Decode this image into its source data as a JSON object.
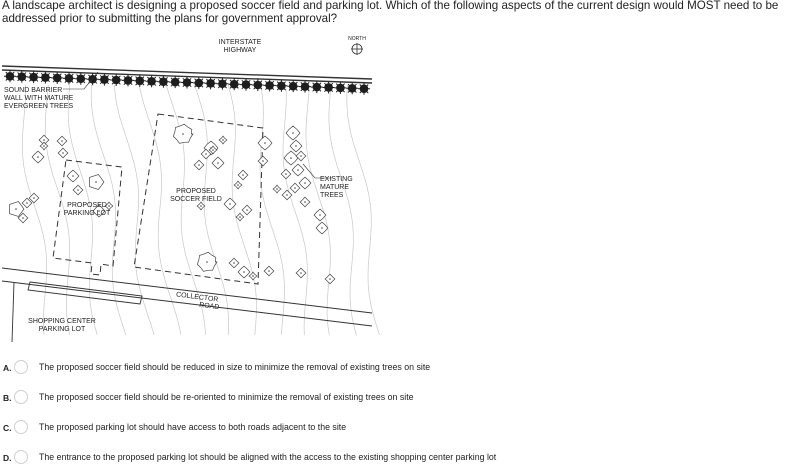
{
  "question": {
    "text": "A landscape architect is designing a proposed soccer field and parking lot.  Which of the following aspects of the current design would MOST need to be addressed prior to submitting the plans for government approval?"
  },
  "plan": {
    "labels": {
      "interstate_line1": "INTERSTATE",
      "interstate_line2": "HIGHWAY",
      "north": "NORTH",
      "sound_barrier_line1": "SOUND BARRIER",
      "sound_barrier_line2": "WALL WITH MATURE",
      "sound_barrier_line3": "EVERGREEN TREES",
      "existing_trees_line1": "EXISTING",
      "existing_trees_line2": "MATURE",
      "existing_trees_line3": "TREES",
      "soccer_line1": "PROPOSED",
      "soccer_line2": "SOCCER FIELD",
      "parking_line1": "PROPOSED",
      "parking_line2": "PARKING LOT",
      "collector_line1": "COLLECTOR",
      "collector_line2": "ROAD",
      "shopping_line1": "SHOPPING CENTER",
      "shopping_line2": "PARKING LOT"
    }
  },
  "choices": [
    {
      "letter": "A.",
      "text": "The proposed soccer field should be reduced in size to minimize the removal of existing trees on site"
    },
    {
      "letter": "B.",
      "text": "The proposed soccer field should be re-oriented to minimize the removal of existing trees on site"
    },
    {
      "letter": "C.",
      "text": "The proposed parking lot should have access to both roads adjacent to the site"
    },
    {
      "letter": "D.",
      "text": "The entrance to the proposed parking lot should be aligned with the access to the existing shopping center parking lot"
    }
  ]
}
